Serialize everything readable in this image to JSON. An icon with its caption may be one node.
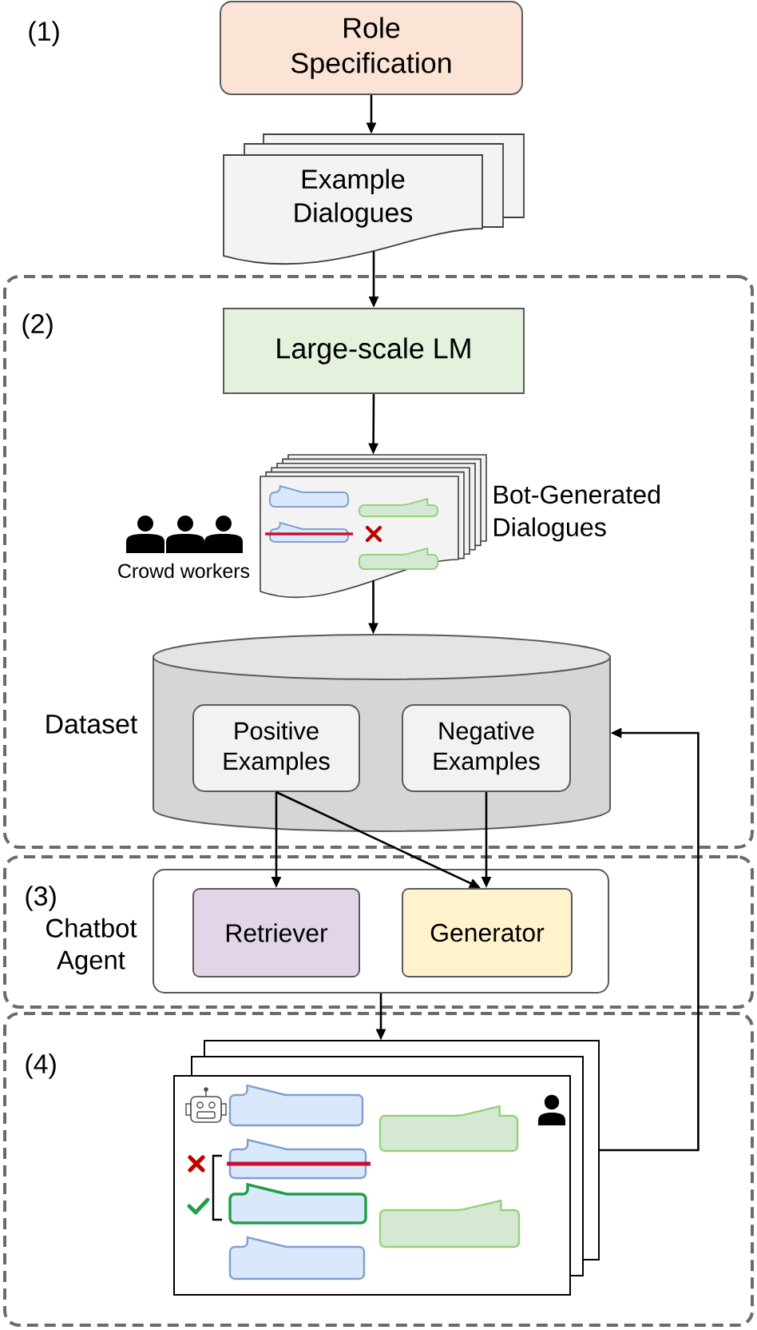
{
  "diagram": {
    "nodes": [
      {
        "text": [
          "Role Specification"
        ]
      },
      {
        "text": [
          "Example Dialogues"
        ]
      },
      {
        "text": [
          "(2)"
        ]
      },
      {
        "text": [
          "Large-scale LM"
        ],
        "in": 2
      },
      {
        "text": [],
        "shape": "picture",
        "beside": [
          "Bot-Generated Dialogues"
        ],
        "in": 2
      },
      {
        "text": [
          "Dataset"
        ],
        "in": 2
      },
      {
        "text": [
          "Positive Examples"
        ],
        "in": 5
      },
      {
        "text": [
          "Negative Examples"
        ],
        "in": 5
      },
      {
        "text": [
          "(3)"
        ]
      },
      {
        "text": [
          "Chatbot Agent"
        ],
        "in": 8
      },
      {
        "text": [
          "Retriever"
        ],
        "in": 9
      },
      {
        "text": [
          "Generator"
        ],
        "in": 9
      },
      {
        "text": [
          "(4)"
        ]
      },
      {
        "text": [],
        "shape": "picture",
        "in": 12
      }
    ],
    "edges": [
      {
        "from": 0,
        "to": 1,
        "arrow": "to"
      },
      {
        "from": 1,
        "to": 3,
        "arrow": "to"
      },
      {
        "from": 3,
        "to": 4,
        "arrow": "to"
      },
      {
        "from": 4,
        "to": 5,
        "arrow": "to"
      },
      {
        "from": 6,
        "to": 10,
        "arrow": "to"
      },
      {
        "from": 6,
        "to": 11,
        "arrow": "to"
      },
      {
        "from": 7,
        "to": 11,
        "arrow": "to"
      },
      {
        "from": 9,
        "to": 13,
        "arrow": "to"
      },
      {
        "from": 13,
        "to": 5,
        "arrow": "to"
      }
    ],
    "labels": [
      "(1)",
      "Crowd workers"
    ]
  }
}
